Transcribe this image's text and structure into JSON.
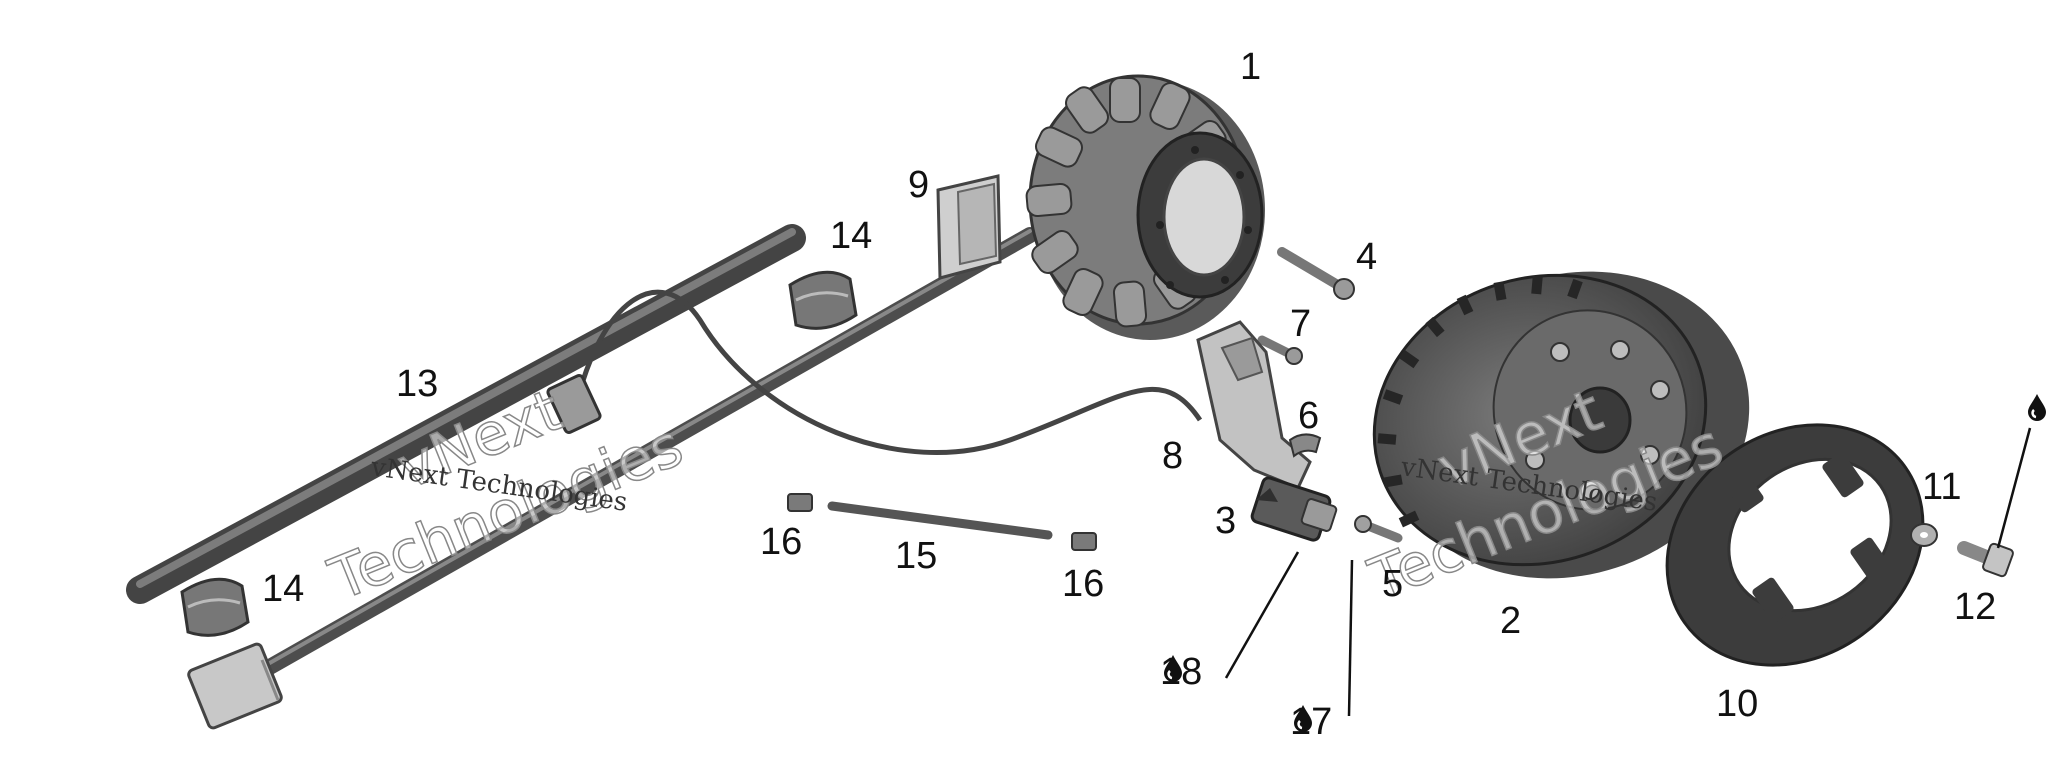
{
  "callouts": [
    {
      "id": "1",
      "label": "1"
    },
    {
      "id": "2",
      "label": "2"
    },
    {
      "id": "3",
      "label": "3"
    },
    {
      "id": "4",
      "label": "4"
    },
    {
      "id": "5",
      "label": "5"
    },
    {
      "id": "6",
      "label": "6"
    },
    {
      "id": "7",
      "label": "7"
    },
    {
      "id": "8",
      "label": "8"
    },
    {
      "id": "9",
      "label": "9"
    },
    {
      "id": "10",
      "label": "10"
    },
    {
      "id": "11",
      "label": "11"
    },
    {
      "id": "12",
      "label": "12"
    },
    {
      "id": "13",
      "label": "13"
    },
    {
      "id": "14a",
      "label": "14"
    },
    {
      "id": "14b",
      "label": "14"
    },
    {
      "id": "15",
      "label": "15"
    },
    {
      "id": "16a",
      "label": "16"
    },
    {
      "id": "16b",
      "label": "16"
    },
    {
      "id": "17",
      "label": "17"
    },
    {
      "id": "18",
      "label": "18"
    }
  ],
  "watermarks": {
    "small_text": "vNext Technologies",
    "big_line1": "vNext",
    "big_line2": "Technologies"
  },
  "icons": {
    "drop": "liquid-drop-icon"
  },
  "colors": {
    "part_dark": "#3a3a3a",
    "part_mid": "#6b6b6b",
    "part_light": "#a8a8a8",
    "line": "#111111"
  }
}
